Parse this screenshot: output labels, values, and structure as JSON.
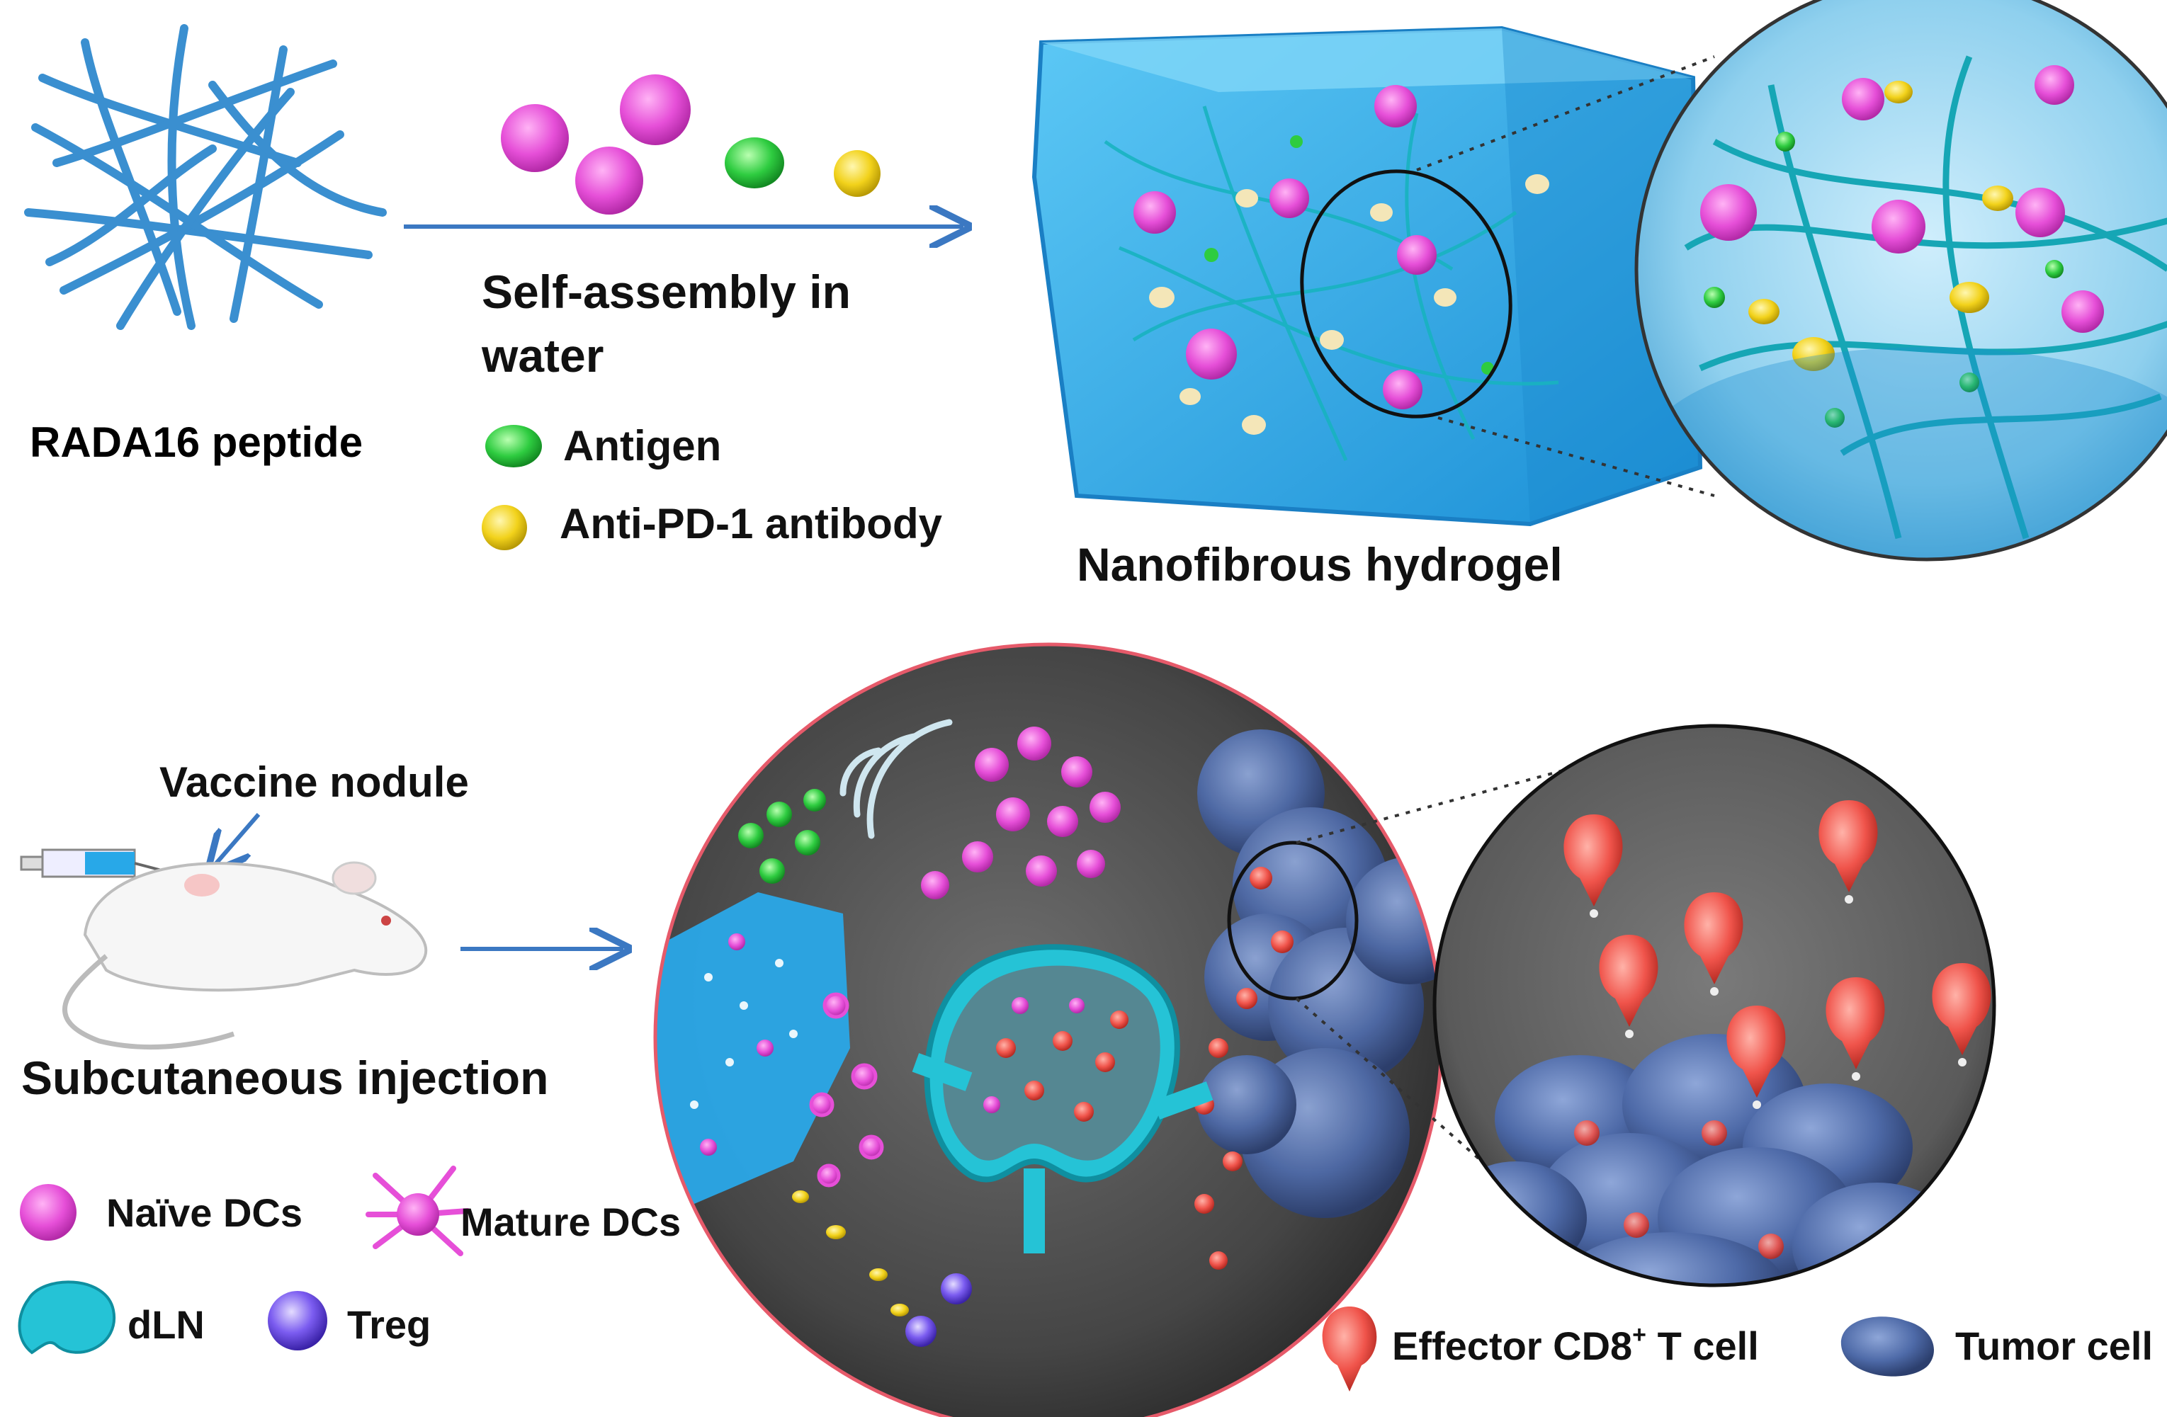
{
  "panel_top": {
    "peptide_label": "RADA16 peptide",
    "process_label_line1": "Self-assembly in",
    "process_label_line2": "water",
    "legend": [
      {
        "label": "Antigen",
        "color": "#2ecc40",
        "icon": "antigen-icon"
      },
      {
        "label": "Anti-PD-1 antibody",
        "color": "#f2d21b",
        "icon": "antibody-icon"
      }
    ],
    "product_label": "Nanofibrous hydrogel"
  },
  "panel_bottom": {
    "injection_site_label": "Vaccine nodule",
    "route_label": "Subcutaneous injection",
    "legend_left": [
      {
        "label": "Naïve DCs",
        "color": "#e64fd8",
        "icon": "naive-dc-icon"
      },
      {
        "label": "Mature DCs",
        "color": "#e64fd8",
        "icon": "mature-dc-icon"
      },
      {
        "label": "dLN",
        "color": "#25c3d6",
        "icon": "lymph-node-icon"
      },
      {
        "label": "Treg",
        "color": "#7b5cf0",
        "icon": "treg-icon"
      }
    ],
    "legend_right": [
      {
        "label_main": "Effector CD8",
        "label_sup": "+",
        "label_tail": " T cell",
        "color": "#f0544b",
        "icon": "cd8-t-cell-icon"
      },
      {
        "label": "Tumor cell",
        "color": "#4e6aa8",
        "icon": "tumor-cell-icon"
      }
    ]
  },
  "colors": {
    "fiber": "#3a8fd0",
    "arrow": "#3b78c2",
    "hydrogel": "#2aa8e8",
    "microenv_bg": "#4a4a4a",
    "microenv_border": "#e65a6a",
    "tcell": "#f0544b",
    "tumor": "#4e6aa8"
  }
}
